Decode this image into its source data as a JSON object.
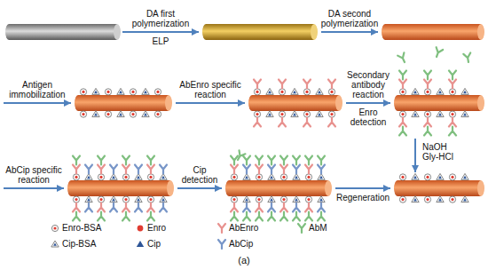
{
  "diagram": {
    "caption": "(a)",
    "labels": [
      "DA first polymerization",
      "ELP",
      "DA second polymerization",
      "Antigen immobilization",
      "AbEnro specific reaction",
      "Secondary antibody reaction",
      "Enro detection",
      "AbCip specific reaction",
      "Cip detection",
      "NaOH Gly-HCl",
      "Regeneration"
    ],
    "legend": [
      {
        "text": "Enro-BSA"
      },
      {
        "text": "Enro"
      },
      {
        "text": "AbEnro"
      },
      {
        "text": "AbM"
      },
      {
        "text": "Cip-BSA"
      },
      {
        "text": "Cip"
      },
      {
        "text": "AbCip"
      }
    ]
  }
}
